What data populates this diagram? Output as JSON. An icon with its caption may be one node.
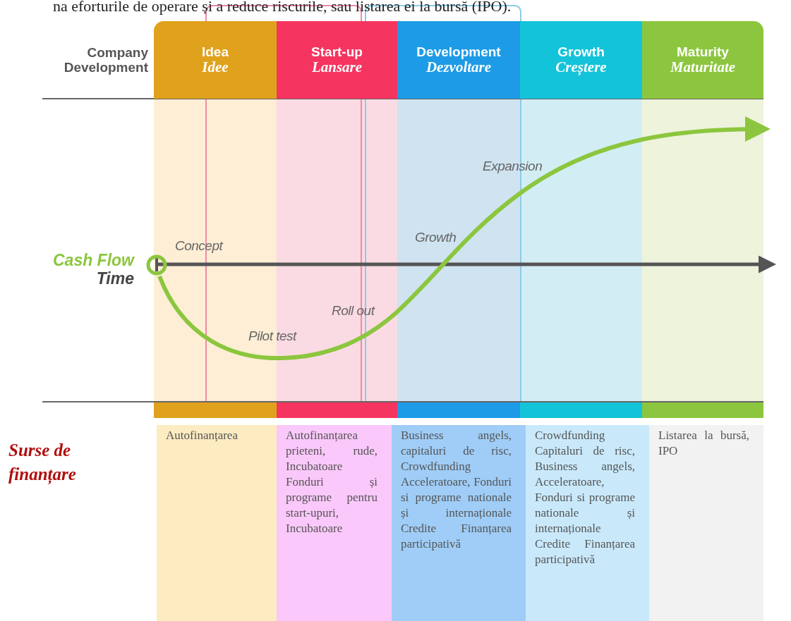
{
  "diagram": {
    "nodes": [
      {
        "text": [
          "Idea",
          "Idee"
        ]
      },
      {
        "text": [
          "Start-up",
          "Lansare"
        ]
      },
      {
        "text": [
          "Development",
          "Dezvoltare"
        ]
      },
      {
        "text": [
          "Growth",
          "Creștere"
        ]
      },
      {
        "text": [
          "Maturity",
          "Maturitate"
        ]
      }
    ],
    "labels": [
      "na eforturile de operare și a reduce riscurile, sau listarea ei la bursă (IPO).",
      "Company Development",
      "Expansion",
      "Concept",
      "Growth",
      "Cash Flow",
      "Time",
      "Roll out",
      "Pilot test",
      "Surse de finanțare",
      "Autofinanțarea",
      "Autofinanțarea prieteni, rude, Incubatoare Fonduri și programe pentru start-upuri, Incubatoare",
      "Business angels, capitaluri de risc, Crowdfunding Acceleratoare, Fonduri si programe nationale și internaționale Credite Finanțarea participativă",
      "Crowdfunding Capitaluri de risc, Business angels, Acceleratoare, Fonduri si programe nationale și internaționale Credite Finanțarea participativă",
      "Listarea la bursă, IPO"
    ]
  }
}
